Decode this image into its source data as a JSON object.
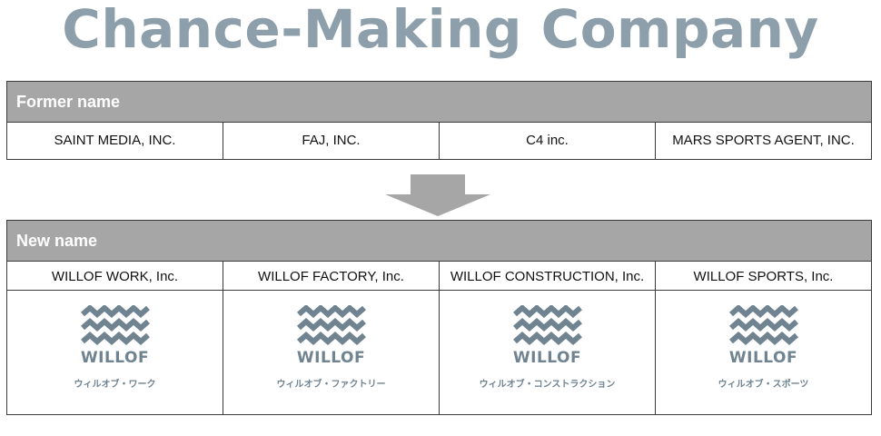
{
  "title": "Chance-Making Company",
  "former": {
    "header": "Former name",
    "names": [
      "SAINT MEDIA, INC.",
      "FAJ, INC.",
      "C4 inc.",
      "MARS SPORTS AGENT, INC."
    ]
  },
  "new": {
    "header": "New name",
    "names": [
      "WILLOF WORK, Inc.",
      "WILLOF FACTORY, Inc.",
      "WILLOF CONSTRUCTION, Inc.",
      "WILLOF SPORTS, Inc."
    ],
    "logos": [
      {
        "brand": "WILLOF",
        "kana": "ウィルオブ・ワーク"
      },
      {
        "brand": "WILLOF",
        "kana": "ウィルオブ・ファクトリー"
      },
      {
        "brand": "WILLOF",
        "kana": "ウィルオブ・コンストラクション"
      },
      {
        "brand": "WILLOF",
        "kana": "ウィルオブ・スポーツ"
      }
    ]
  },
  "colors": {
    "title": "#8e9fac",
    "header_bg": "#a6a6a6",
    "logo": "#6f8391",
    "arrow": "#a6a6a6"
  },
  "icons": {
    "arrow": "down-arrow-icon",
    "logo": "wave-logo-icon"
  }
}
